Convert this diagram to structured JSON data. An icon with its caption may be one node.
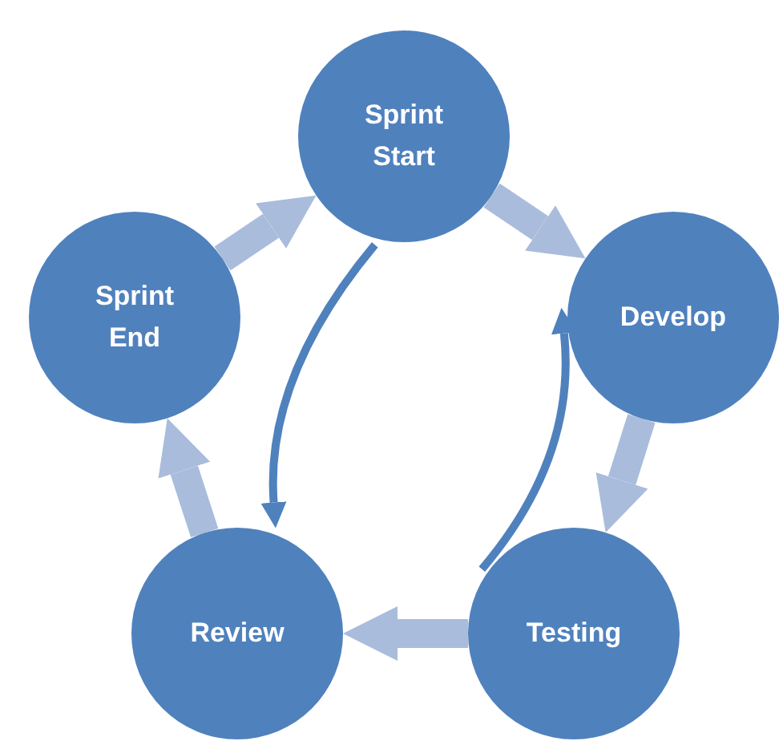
{
  "diagram": {
    "nodes": [
      {
        "text": [
          "Sprint Start"
        ]
      },
      {
        "text": [
          "Develop"
        ]
      },
      {
        "text": [
          "Testing"
        ]
      },
      {
        "text": [
          "Review"
        ]
      },
      {
        "text": [
          "Sprint End"
        ]
      }
    ],
    "edges": [
      {
        "from": 0,
        "to": 1,
        "arrow": "to"
      },
      {
        "from": 1,
        "to": 2,
        "arrow": "to"
      },
      {
        "from": 2,
        "to": 3,
        "arrow": "to"
      },
      {
        "from": 3,
        "to": 4,
        "arrow": "to"
      },
      {
        "from": 4,
        "to": 0,
        "arrow": "to"
      },
      {
        "from": 0,
        "to": 3,
        "arrow": "to",
        "color": "#4f81bd"
      },
      {
        "from": 2,
        "to": 1,
        "arrow": "to",
        "color": "#4f81bd"
      }
    ]
  }
}
